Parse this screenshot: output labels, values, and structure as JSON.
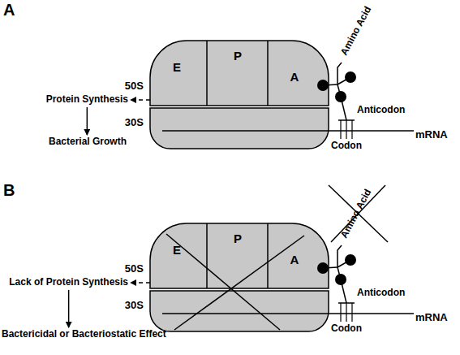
{
  "diagram": {
    "nodes": [
      {
        "text": [
          "50S",
          "E",
          "P",
          "A"
        ]
      },
      {
        "text": [
          "30S"
        ]
      },
      {
        "text": [
          "Protein Synthesis"
        ]
      },
      {
        "text": [
          "Bacterial Growth"
        ]
      },
      {
        "text": [
          "50S",
          "E",
          "P",
          "A"
        ]
      },
      {
        "text": [
          "30S"
        ]
      },
      {
        "text": [
          "Lack of Protein Synthesis"
        ]
      },
      {
        "text": [
          "Bactericidal or Bacteriostatic Effect"
        ]
      }
    ],
    "edges": [
      {
        "from": 0,
        "to": 2,
        "arrow": "to"
      },
      {
        "from": 2,
        "to": 3,
        "arrow": "to"
      },
      {
        "from": 4,
        "to": 6,
        "arrow": "to"
      },
      {
        "from": 6,
        "to": 7,
        "arrow": "to"
      }
    ],
    "labels": [
      "A",
      "Amino Acid",
      "Anticodon",
      "Codon",
      "mRNA",
      "B",
      "Amino Acid",
      "Anticodon",
      "Codon",
      "mRNA"
    ]
  }
}
